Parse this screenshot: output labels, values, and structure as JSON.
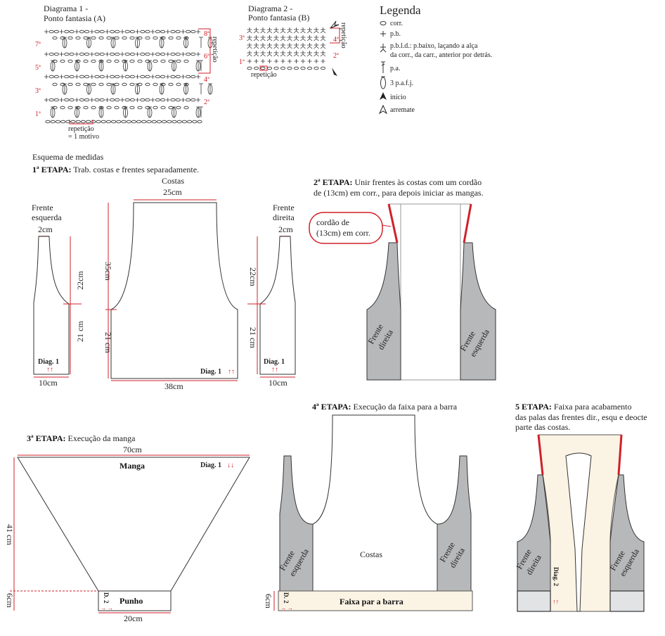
{
  "diagram1": {
    "title": [
      "Diagrama 1 -",
      "Ponto fantasia (A)"
    ],
    "row_labels_left": [
      "7ª",
      "5ª",
      "3ª",
      "1ª"
    ],
    "row_labels_right": [
      "8ª",
      "6ª",
      "4ª",
      "2ª"
    ],
    "repeat_side": "repetição",
    "repeat_bottom": [
      "repetição",
      "= 1 motivo"
    ]
  },
  "diagram2": {
    "title": [
      "Diagrama 2 -",
      "Ponto fantasia (B)"
    ],
    "row_labels_left": [
      "3ª",
      "1ª"
    ],
    "row_labels_right": [
      "4ª",
      "2ª"
    ],
    "repeat_side": "repetição",
    "repeat_bottom": "repetição"
  },
  "legend": {
    "title": "Legenda",
    "items": [
      {
        "icon": "chain-oval-icon",
        "label": "corr."
      },
      {
        "icon": "single-crochet-plus-icon",
        "label": "p.b."
      },
      {
        "icon": "back-loop-single-crochet-icon",
        "label": "p.b.l.d.: p.baixo, laçando a alça",
        "label2": "da corr., da carr., anterior por detrás."
      },
      {
        "icon": "treble-icon",
        "label": "p.a."
      },
      {
        "icon": "cluster-icon",
        "label": "3 p.a.f.j."
      },
      {
        "icon": "start-arrow-icon",
        "label": "início"
      },
      {
        "icon": "finish-arrow-icon",
        "label": "arremate"
      }
    ]
  },
  "scheme_title": "Esquema de medidas",
  "step1": {
    "bold": "1ª ETAPA:",
    "text": " Trab. costas e frentes separadamente.",
    "left_front": {
      "name": [
        "Frente",
        "esquerda"
      ],
      "top": "2cm",
      "upper": "22cm",
      "lower": "21 cm",
      "bottom": "10cm",
      "diag": "Diag. 1",
      "arrows": "↑↑"
    },
    "back": {
      "name": "Costas",
      "top": "25cm",
      "upper": "35cm",
      "lower": "21 cm",
      "bottom": "38cm",
      "diag": "Diag. 1",
      "arrows": "↑↑"
    },
    "right_front": {
      "name": [
        "Frente",
        "direita"
      ],
      "top": "2cm",
      "upper": "22cm",
      "lower": "21 cm",
      "bottom": "10cm",
      "diag": "Diag. 1",
      "arrows": "↑↑"
    }
  },
  "step2": {
    "bold": "2ª ETAPA:",
    "text": " Unir frentes às costas com um cordão",
    "text2": "de (13cm) em corr., para depois iniciar as mangas.",
    "callout": [
      "cordão de",
      "(13cm) em corr."
    ],
    "left_label": [
      "Frente",
      "direita"
    ],
    "right_label": [
      "Frente",
      "esquerda"
    ]
  },
  "step3": {
    "bold": "3ª ETAPA:",
    "text": " Execução da manga",
    "top": "70cm",
    "name": "Manga",
    "diag": "Diag. 1",
    "arrows": "↓↓",
    "height": "41 cm",
    "cuff_height": "6cm",
    "cuff": "Punho",
    "cuff_diag": "D. 2",
    "cuff_arrows": "→ →",
    "bottom": "20cm"
  },
  "step4": {
    "bold": "4ª ETAPA:",
    "text": " Execução da faixa para a barra",
    "left_label": [
      "Frente",
      "esquerda"
    ],
    "center": "Costas",
    "right_label": [
      "Frente",
      "direita"
    ],
    "band": "Faixa par a barra",
    "band_height": "6cm",
    "band_diag": "D. 2",
    "band_arrows": "→ →"
  },
  "step5": {
    "bold": "5 ETAPA:",
    "text": " Faixa para acabamento",
    "text2": "das palas das frentes dir., esqu e deocte",
    "text3": "parte das costas.",
    "left_label": [
      "Frente",
      "direita"
    ],
    "right_label": [
      "Frente",
      "esquerda"
    ],
    "diag": "Diag. 2",
    "arrows": "↑↑"
  },
  "colors": {
    "accent": "#d0202a",
    "piece_grey": "#b7b8ba",
    "band_cream": "#fbf3e4",
    "cuff_grey": "#e2e3e4"
  }
}
